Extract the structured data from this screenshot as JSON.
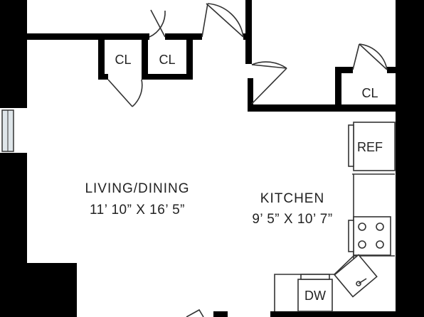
{
  "rooms": {
    "living": {
      "name": "LIVING/DINING",
      "dims": "11’ 10” X 16’ 5”"
    },
    "kitchen": {
      "name": "KITCHEN",
      "dims": "9’ 5” X 10’ 7”"
    }
  },
  "closets": {
    "cl1": "CL",
    "cl2": "CL",
    "cl3": "CL"
  },
  "fixtures": {
    "ref": "REF",
    "dw": "DW"
  },
  "colors": {
    "wall": "#000000",
    "line": "#333333",
    "background": "#ffffff",
    "window": "#dfe6ea"
  }
}
